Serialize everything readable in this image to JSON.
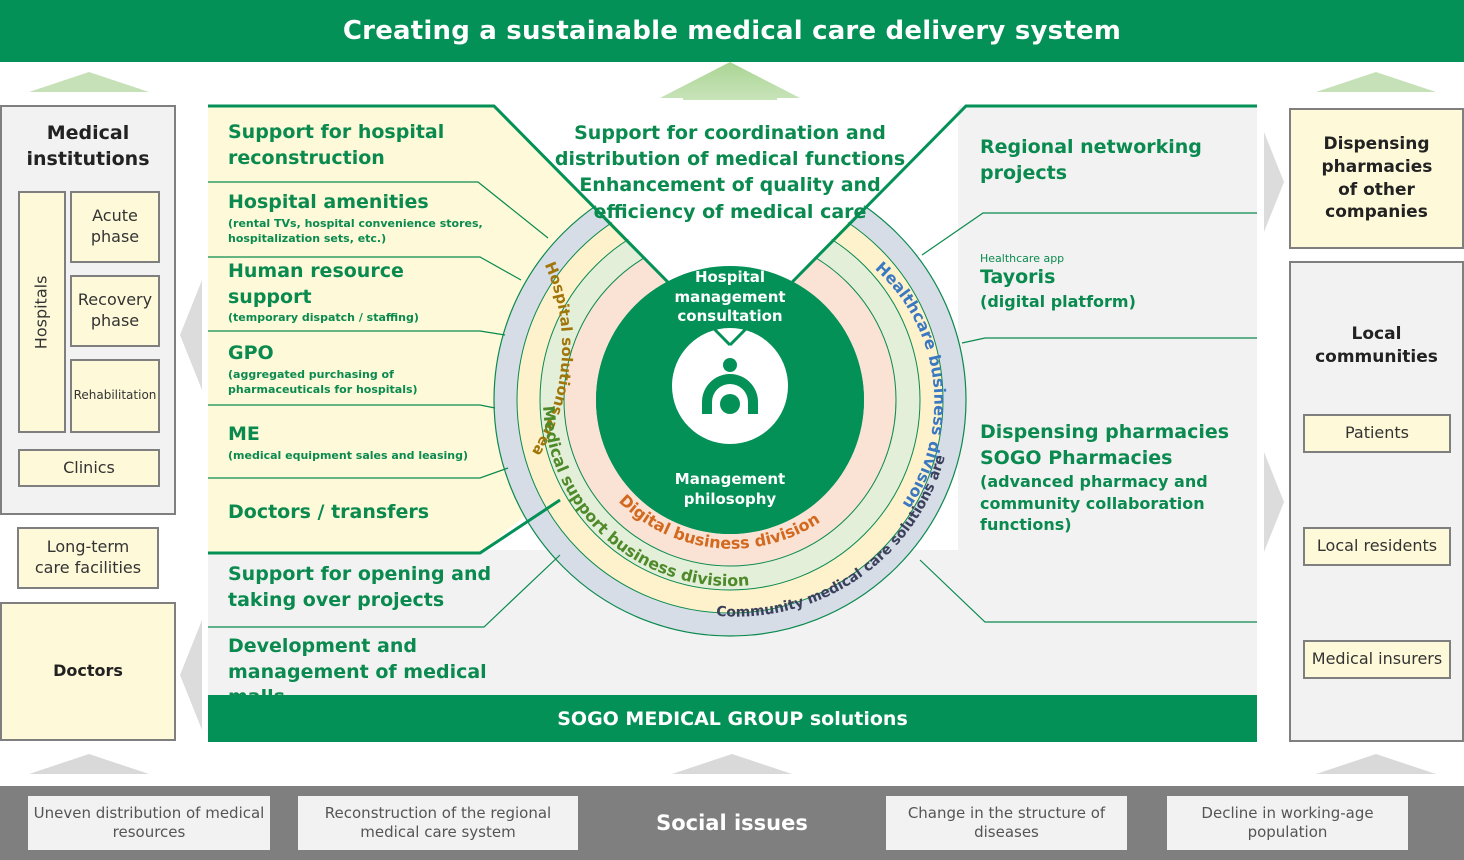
{
  "banner": {
    "title": "Creating a sustainable medical care delivery system"
  },
  "left": {
    "medical_institutions": {
      "title": "Medical institutions",
      "hospitals_label": "Hospitals",
      "phases": [
        "Acute phase",
        "Recovery phase",
        "Rehabilitation"
      ],
      "clinics": "Clinics"
    },
    "long_term_care": "Long-term care facilities",
    "doctors": "Doctors"
  },
  "right": {
    "dispensing_other": "Dispensing pharmacies of other companies",
    "local_communities": {
      "title": "Local communities",
      "items": [
        "Patients",
        "Local residents",
        "Medical insurers"
      ]
    }
  },
  "hospital_area": {
    "items": [
      {
        "title": "Support for hospital reconstruction",
        "sub": ""
      },
      {
        "title": "Hospital amenities",
        "sub": "(rental TVs, hospital convenience stores, hospitalization sets, etc.)"
      },
      {
        "title": "Human resource support",
        "sub": "(temporary dispatch / staffing)"
      },
      {
        "title": "GPO",
        "sub": "(aggregated purchasing of pharmaceuticals for hospitals)"
      },
      {
        "title": "ME",
        "sub": "(medical equipment sales and leasing)"
      },
      {
        "title": "Doctors / transfers",
        "sub": ""
      }
    ]
  },
  "lower_left_items": [
    {
      "title": "Support for opening and taking over projects"
    },
    {
      "title": "Development and management of medical malls"
    }
  ],
  "right_area": {
    "items": [
      {
        "pre": "",
        "title": "Regional networking projects",
        "sub": ""
      },
      {
        "pre": "Healthcare app",
        "title": "Tayoris",
        "sub": "(digital platform)"
      },
      {
        "pre": "",
        "title": "Dispensing pharmacies SOGO Pharmacies",
        "sub": "(advanced pharmacy and community collaboration functions)"
      }
    ]
  },
  "center": {
    "goal_lines": [
      "Support for coordination and",
      "distribution of medical functions",
      "Enhancement of quality and",
      "efficiency of medical care"
    ],
    "core_top": [
      "Hospital",
      "management",
      "consultation"
    ],
    "core_bottom": [
      "Management",
      "philosophy"
    ],
    "logo_icon": "person-arch-logo",
    "rings": {
      "hospital_solutions": "Hospital solutions area",
      "medical_support": "Medical support business division",
      "digital": "Digital business division",
      "healthcare": "Healthcare business division",
      "community": "Community medical care solutions area"
    }
  },
  "solutions_bar": "SOGO MEDICAL GROUP solutions",
  "social_issues": {
    "label": "Social issues",
    "items": [
      "Uneven distribution of medical resources",
      "Reconstruction of the regional medical care system",
      "Change in the structure of diseases",
      "Decline in working-age population"
    ]
  },
  "colors": {
    "brand_green": "#039157",
    "text_green": "#0a8a4f",
    "pale_yellow": "#fef9d8",
    "panel_gray": "#f2f2f2",
    "digital_orange": "#d2691e",
    "healthcare_blue": "#3a78c2",
    "hospital_brown": "#a0750a",
    "medsupport_green": "#4f8a2a",
    "community_navy": "#3a3f5c"
  }
}
